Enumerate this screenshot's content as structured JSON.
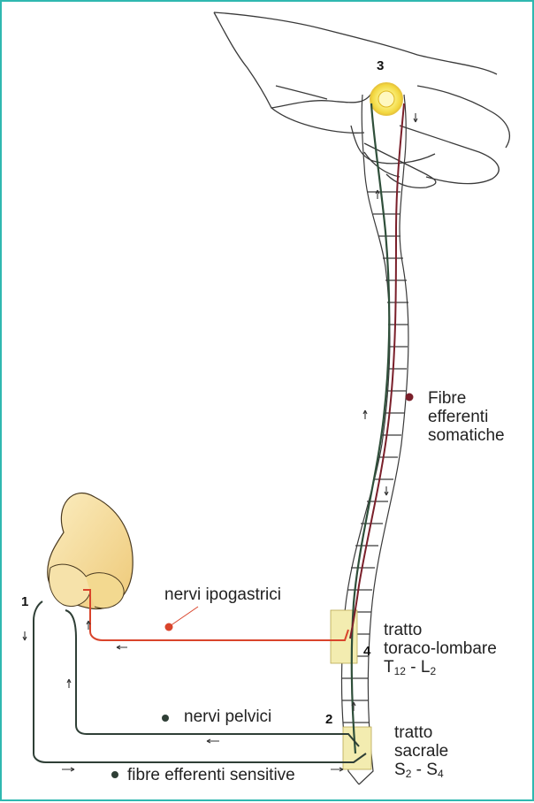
{
  "colors": {
    "frame": "#2fb8b0",
    "outline": "#3a3a3a",
    "efferent_somatic": "#2f4f3a",
    "efferent_visceral": "#7a1f2a",
    "hypogastric": "#d9442b",
    "pelvic": "#2f3f36",
    "highlight": "#f3ecb0",
    "organ": "#f5dc9a"
  },
  "markers": {
    "m1": "1",
    "m2": "2",
    "m3": "3",
    "m4": "4"
  },
  "labels": {
    "somatic_line1": "Fibre",
    "somatic_line2": "efferenti",
    "somatic_line3": "somatiche",
    "hypogastric": "nervi ipogastrici",
    "thoracolumbar_line1": "tratto",
    "thoracolumbar_line2": "toraco-lombare",
    "thoracolumbar_seg_a": "T",
    "thoracolumbar_seg_a_sub": "12",
    "thoracolumbar_dash": " - ",
    "thoracolumbar_seg_b": "L",
    "thoracolumbar_seg_b_sub": "2",
    "pelvic": "nervi pelvici",
    "sacral_line1": "tratto",
    "sacral_line2": "sacrale",
    "sacral_seg_a": "S",
    "sacral_seg_a_sub": "2",
    "sacral_dash": " - ",
    "sacral_seg_b": "S",
    "sacral_seg_b_sub": "4",
    "sensory": "fibre efferenti sensitive"
  },
  "icons": [
    "brain-outline",
    "brainstem-nucleus",
    "spinal-cord",
    "bladder-organ",
    "direction-arrow",
    "bullet-dot"
  ]
}
